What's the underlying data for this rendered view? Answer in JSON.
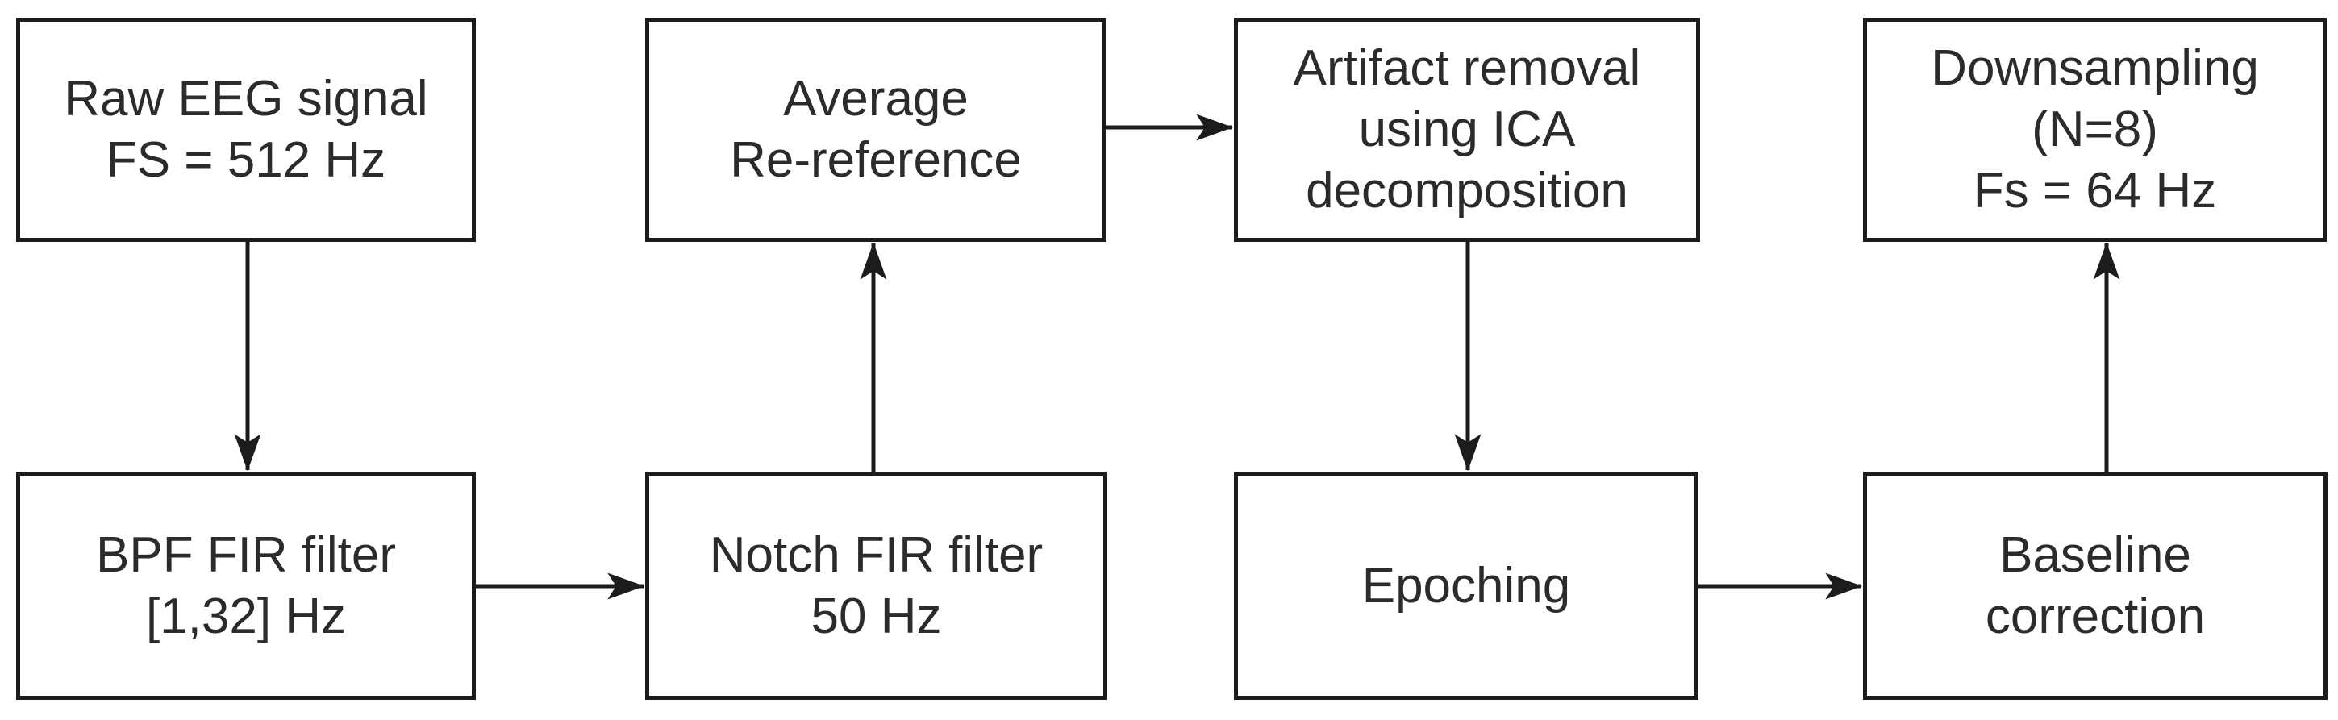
{
  "diagram": {
    "type": "flowchart",
    "background_color": "#ffffff",
    "stroke_color": "#1c1c1c",
    "text_color": "#2b2b2b",
    "boxes": [
      {
        "id": "raw-eeg-signal",
        "label": "Raw EEG signal\nFS = 512 Hz"
      },
      {
        "id": "average-re-reference",
        "label": "Average\nRe-reference"
      },
      {
        "id": "artifact-removal-ica",
        "label": "Artifact removal\nusing ICA\ndecomposition"
      },
      {
        "id": "downsampling",
        "label": "Downsampling\n(N=8)\nFs = 64 Hz"
      },
      {
        "id": "bpf-fir-filter",
        "label": "BPF FIR filter\n[1,32] Hz"
      },
      {
        "id": "notch-fir-filter",
        "label": "Notch FIR filter\n50 Hz"
      },
      {
        "id": "epoching",
        "label": "Epoching"
      },
      {
        "id": "baseline-correction",
        "label": "Baseline\ncorrection"
      }
    ],
    "edges": [
      {
        "from": "raw-eeg-signal",
        "to": "bpf-fir-filter",
        "direction": "down"
      },
      {
        "from": "bpf-fir-filter",
        "to": "notch-fir-filter",
        "direction": "right"
      },
      {
        "from": "notch-fir-filter",
        "to": "average-re-reference",
        "direction": "up"
      },
      {
        "from": "average-re-reference",
        "to": "artifact-removal-ica",
        "direction": "right"
      },
      {
        "from": "artifact-removal-ica",
        "to": "epoching",
        "direction": "down"
      },
      {
        "from": "epoching",
        "to": "baseline-correction",
        "direction": "right"
      },
      {
        "from": "baseline-correction",
        "to": "downsampling",
        "direction": "up"
      }
    ]
  }
}
